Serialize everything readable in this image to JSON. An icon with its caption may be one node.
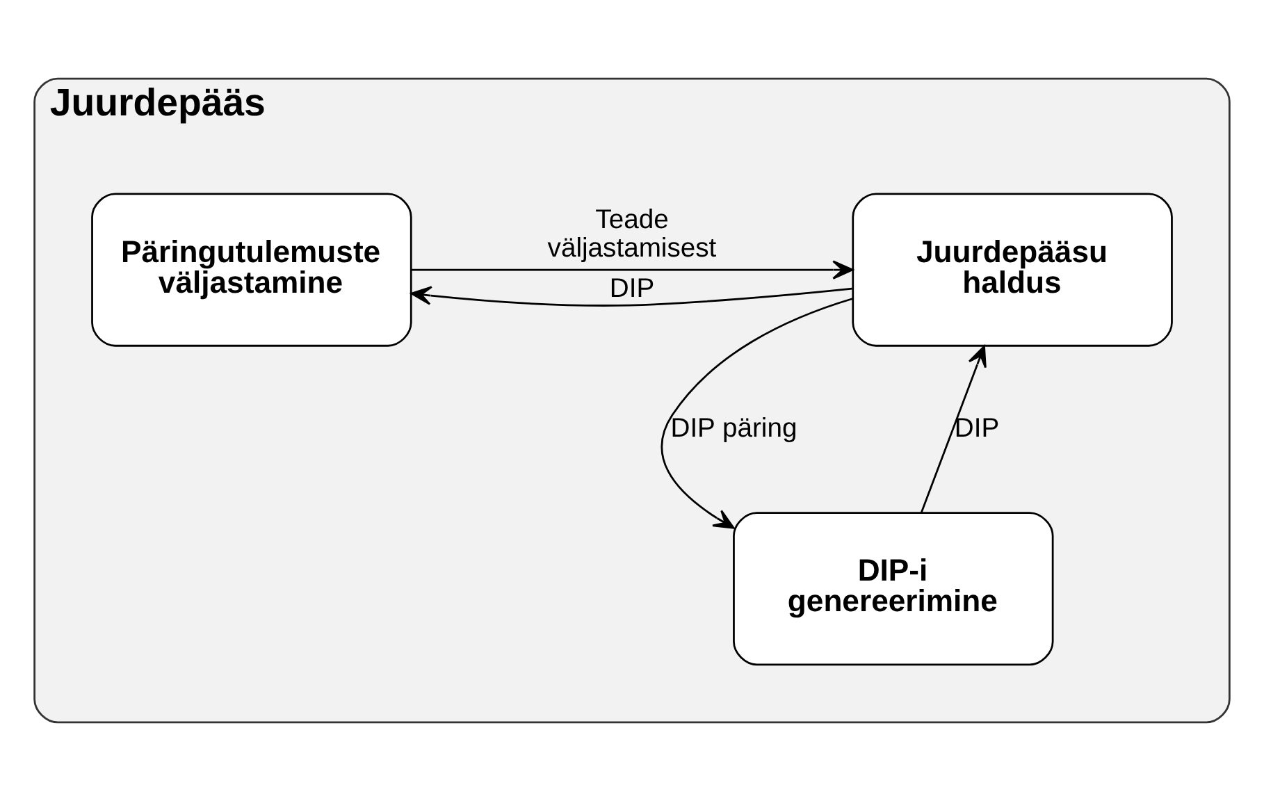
{
  "diagram": {
    "nodes": [
      {
        "text": [
          "Juurdepääs"
        ]
      },
      {
        "text": [
          "Juurdepääsu haldus"
        ],
        "in": 0
      },
      {
        "text": [
          "Päringutulemuste väljastamine"
        ],
        "in": 0
      },
      {
        "text": [
          "DIP-i genereerimine"
        ],
        "in": 0
      }
    ],
    "edges": [
      {
        "from": 1,
        "to": 2,
        "arrow": "to",
        "label": "DIP"
      },
      {
        "from": 2,
        "to": 1,
        "arrow": "to",
        "label": "Teade väljastamisest"
      },
      {
        "from": 1,
        "to": 3,
        "arrow": "to",
        "label": "DIP päring"
      },
      {
        "from": 3,
        "to": 1,
        "arrow": "to",
        "label": "DIP"
      }
    ]
  }
}
